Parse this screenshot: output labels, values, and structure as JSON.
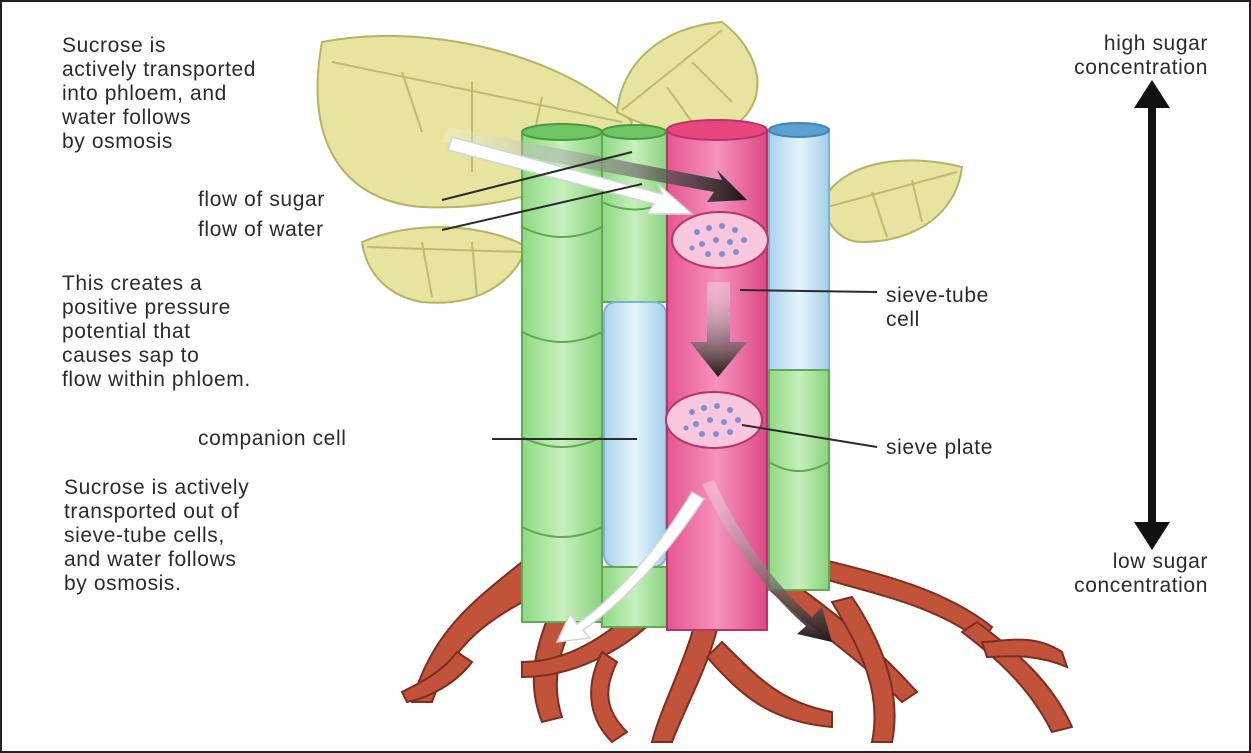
{
  "colors": {
    "leaf": "#e9e7a4",
    "leaf_vein": "#b9b86a",
    "sieve_tube": "#f06fa3",
    "sieve_tube_dark": "#d9467f",
    "companion": "#c9e4f3",
    "xylem_green": "#a7e39b",
    "root": "#c2533b",
    "arrow_dark": "#2a1a1a",
    "arrow_light": "#ffffff",
    "text": "#2b2b2b"
  },
  "labels": {
    "source_text": "Sucrose is\nactively transported\ninto phloem, and\nwater follows\nby osmosis",
    "flow_sugar": "flow of sugar",
    "flow_water": "flow of water",
    "pressure_text": "This creates a\npositive pressure\npotential that\ncauses sap to\nflow within phloem.",
    "companion_cell": "companion cell",
    "sink_text": "Sucrose is actively\ntransported out of\nsieve-tube cells,\nand water follows\nby osmosis.",
    "high_sugar": "high sugar\nconcentration",
    "low_sugar": "low sugar\nconcentration",
    "sieve_tube_cell": "sieve-tube\ncell",
    "sieve_plate": "sieve plate"
  }
}
